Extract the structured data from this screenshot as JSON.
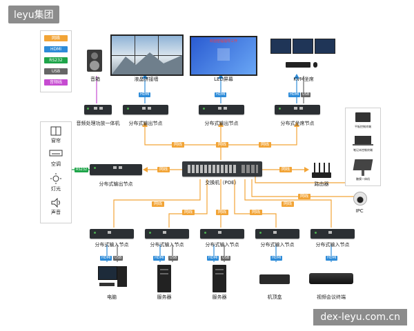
{
  "watermark_top": "leyu集团",
  "watermark_bottom": "dex-leyu.com.cn",
  "legend": [
    {
      "label": "网络",
      "color": "#f2a436"
    },
    {
      "label": "HDMI",
      "color": "#2d8bd8"
    },
    {
      "label": "RS232",
      "color": "#1fa54a"
    },
    {
      "label": "USB",
      "color": "#666666"
    },
    {
      "label": "音频线",
      "color": "#c64bd1"
    }
  ],
  "env_panel": [
    {
      "label": "窗帘",
      "icon": "curtain-icon"
    },
    {
      "label": "空调",
      "icon": "air-conditioner-icon"
    },
    {
      "label": "灯光",
      "icon": "light-icon"
    },
    {
      "label": "声音",
      "icon": "speaker-icon"
    }
  ],
  "top_row": {
    "speaker": "音箱",
    "video_wall": "液晶拼接墙",
    "led_screen": "LED屏幕",
    "led_screen_text": "欢迎莅临指导工作",
    "kvm": "KVM坐席"
  },
  "output_nodes": {
    "audio_processor": "音频处理功放一体机",
    "node1": "分布式输出节点",
    "node2": "分布式输出节点",
    "node3": "分布式坐席节点",
    "left_node": "分布式输出节点"
  },
  "switch_label": "交换机（POE）",
  "router_label": "路由器",
  "ipc_label": "IPC",
  "right_panel": [
    "平板控制终端",
    "笔记本控制终端",
    "触摸一体机"
  ],
  "network_badge": "网线",
  "tags": {
    "hdmi": "HDMI",
    "usb": "USB",
    "rs232": "RS232"
  },
  "input_nodes": [
    "分布式输入节点",
    "分布式输入节点",
    "分布式输入节点",
    "分布式输入节点",
    "分布式输入节点"
  ],
  "sources": [
    "电脑",
    "服务器",
    "服务器",
    "机顶盒",
    "视频会议终端"
  ]
}
